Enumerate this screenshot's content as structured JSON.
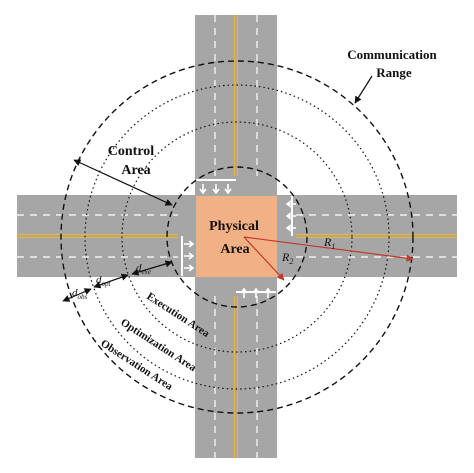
{
  "labels": {
    "communication_range": [
      "Communication",
      "Range"
    ],
    "control_area": [
      "Control",
      "Area"
    ],
    "physical_area": [
      "Physical",
      "Area"
    ],
    "execution_area": "Execution Area",
    "optimization_area": "Optimization Area",
    "observation_area": "Observation Area",
    "r1_main": "R",
    "r1_sub": "1",
    "r2_main": "R",
    "r2_sub": "2",
    "d_obs_main": "d",
    "d_obs_sub": "obs",
    "d_opt_main": "d",
    "d_opt_sub": "opt",
    "d_exe_main": "d",
    "d_exe_sub": "exe"
  },
  "colors": {
    "road": "#a6a6a6",
    "lane_marking": "#ffffff",
    "center_line": "#e8b53a",
    "physical_area": "#f2b085",
    "range_circle": "#111111",
    "radius_arrow": "#c0392b",
    "background": "#ffffff"
  }
}
